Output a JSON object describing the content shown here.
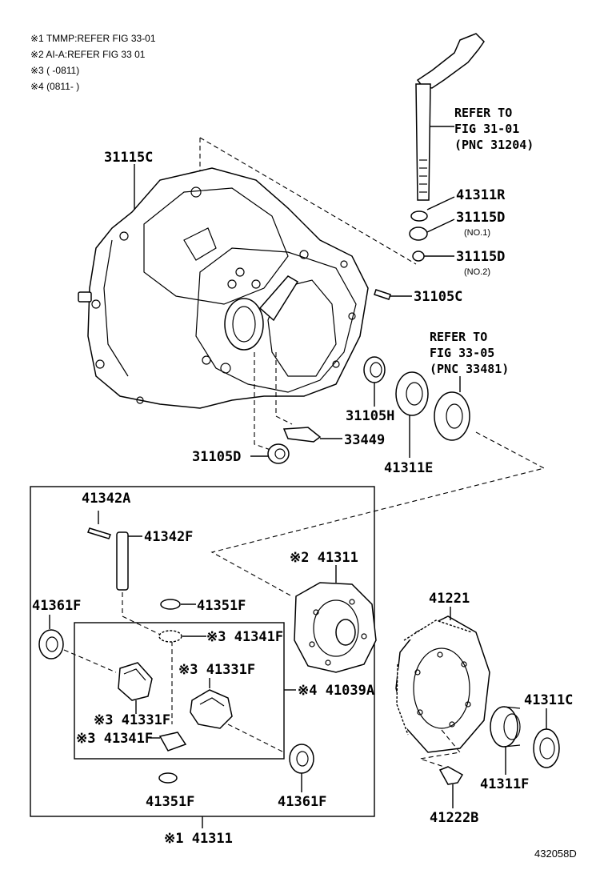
{
  "notes": [
    "※1 TMMP:REFER FIG 33-01",
    "※2 AI-A:REFER FIG 33 01",
    "※3 (      -0811)",
    "※4 (0811-       )"
  ],
  "refers": {
    "fig31": [
      "REFER TO",
      "FIG 31-01",
      "(PNC 31204)"
    ],
    "fig33": [
      "REFER TO",
      "FIG 33-05",
      "(PNC 33481)"
    ]
  },
  "labels": {
    "p31115C": "31115C",
    "p41311R": "41311R",
    "p31115D_1": "31115D",
    "p31115D_1_sub": "(NO.1)",
    "p31115D_2": "31115D",
    "p31115D_2_sub": "(NO.2)",
    "p31105C": "31105C",
    "p31105H": "31105H",
    "p33449": "33449",
    "p31105D": "31105D",
    "p41311E": "41311E",
    "p41342A": "41342A",
    "p41342F": "41342F",
    "p41311_ai": "※2 41311",
    "p41361F_left": "41361F",
    "p41351F_top": "41351F",
    "p41341F_top": "※3 41341F",
    "p41331F_right": "※3 41331F",
    "p41039A": "※4 41039A",
    "p41331F_left": "※3 41331F",
    "p41341F_bottom": "※3 41341F",
    "p41351F_bottom": "41351F",
    "p41361F_right": "41361F",
    "p41311_tmmp": "※1 41311",
    "p41221": "41221",
    "p41311C": "41311C",
    "p41311F": "41311F",
    "p41222B": "41222B"
  },
  "diagram_code": "432058D"
}
